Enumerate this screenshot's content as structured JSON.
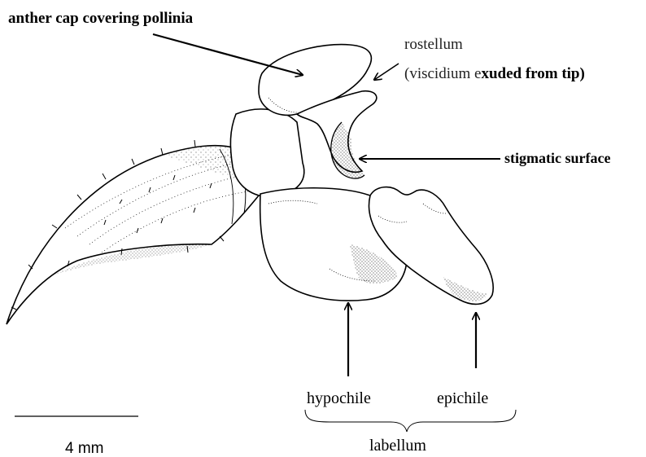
{
  "labels": {
    "anther_cap": "anther cap covering pollinia",
    "rostellum": "rostellum",
    "viscidium_prefix": "(viscidium e",
    "viscidium_suffix": "xuded from tip)",
    "stigmatic_surface": "stigmatic surface",
    "hypochile": "hypochile",
    "epichile": "epichile",
    "labellum": "labellum"
  },
  "scale_bar": {
    "label": "4 mm"
  },
  "colors": {
    "ink": "#000000",
    "background": "#ffffff"
  }
}
